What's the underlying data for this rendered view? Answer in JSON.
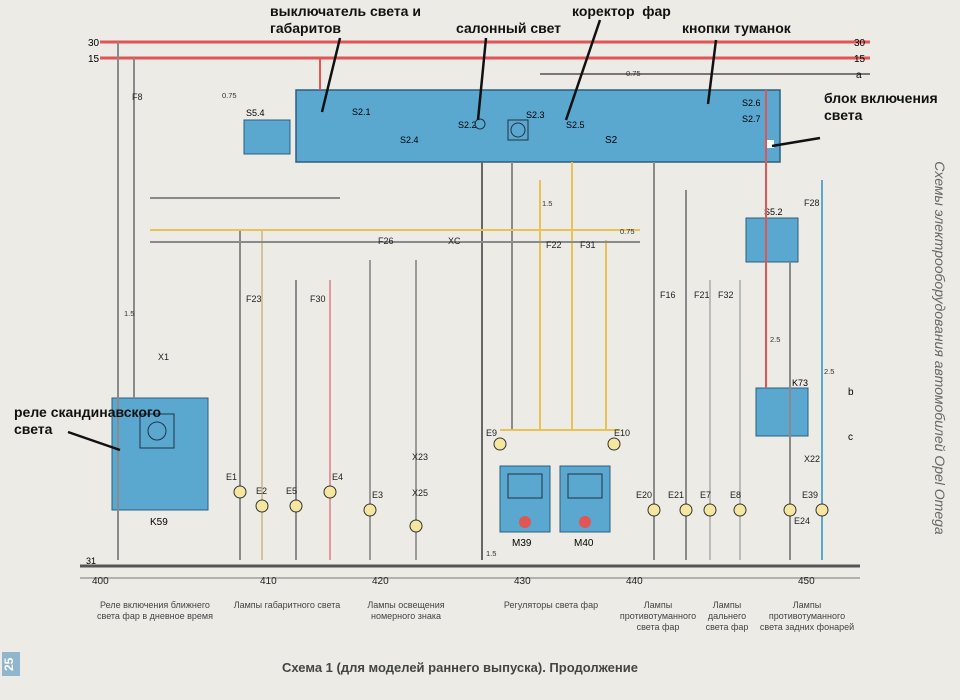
{
  "annotations": {
    "light_switch": "выключатель света и\nгабаритов",
    "interior_light": "салонный свет",
    "headlight_corrector": "коректор  фар",
    "fog_buttons": "кнопки туманок",
    "light_control_block": "блок включения\nсвета",
    "scandinavian_relay": "реле скандинавского\nсвета"
  },
  "rails": {
    "r30": "30",
    "r15": "15",
    "ra": "a",
    "r31": "31",
    "rb": "b",
    "rc": "c"
  },
  "components": {
    "S2": "S2",
    "S2_1": "S2.1",
    "S2_2": "S2.2",
    "S2_3": "S2.3",
    "S2_4": "S2.4",
    "S2_5": "S2.5",
    "S2_6": "S2.6",
    "S2_7": "S2.7",
    "S5_2": "S5.2",
    "S5_4": "S5.4",
    "K59": "K59",
    "K73": "K73",
    "M39": "M39",
    "M40": "M40",
    "F8": "F8",
    "F16": "F16",
    "F21": "F21",
    "F22": "F22",
    "F23": "F23",
    "F26": "F26",
    "F28": "F28",
    "F30": "F30",
    "F31": "F31",
    "F32": "F32",
    "X1": "X1",
    "XC": "XC",
    "X22": "X22",
    "X23": "X23",
    "X25": "X25",
    "E1": "E1",
    "E2": "E2",
    "E3": "E3",
    "E4": "E4",
    "E5": "E5",
    "E7": "E7",
    "E8": "E8",
    "E9": "E9",
    "E10": "E10",
    "E20": "E20",
    "E21": "E21",
    "E24": "E24",
    "E39": "E39"
  },
  "bus_numbers": {
    "b400": "400",
    "b410": "410",
    "b420": "420",
    "b430": "430",
    "b440": "440",
    "b450": "450"
  },
  "wire_labels": [
    "0.75",
    "1.5",
    "2.5",
    "0.75",
    "1.5",
    "0.75",
    "1.5",
    "2.5"
  ],
  "captions": {
    "c400": "Реле включения ближнего\nсвета фар в дневное время",
    "c410": "Лампы габаритного света",
    "c420": "Лампы освещения\nномерного знака",
    "c430": "Регуляторы света фар",
    "c440a": "Лампы\nпротивотуманного\nсвета фар",
    "c440b": "Лампы\nдальнего\nсвета фар",
    "c450": "Лампы\nпротивотуманного\nсвета задних фонарей"
  },
  "footer": "Схема 1 (для моделей раннего выпуска). Продолжение",
  "side_title": "Схемы электрооборудования автомобилей Opel Omega",
  "page_number": "25",
  "colors": {
    "background": "#ecebe6",
    "red_wire": "#e25555",
    "blue_block": "#5aa7cf",
    "yellow_wire": "#e8c257",
    "gray_wire": "#8a8a8a"
  }
}
